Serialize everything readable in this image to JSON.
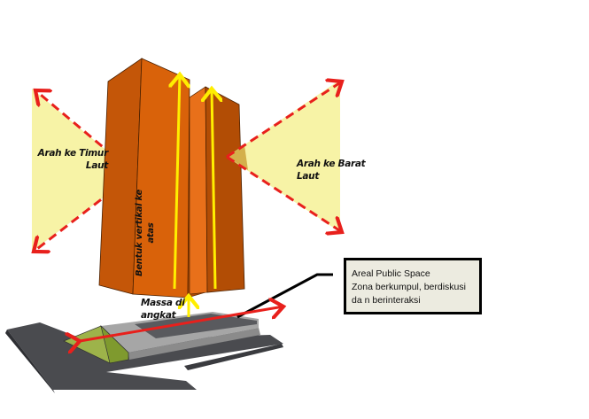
{
  "diagram": {
    "title": "Building massing concept diagram",
    "labels": {
      "view_left": [
        "Arah ke Timur",
        "Laut"
      ],
      "view_right": [
        "Arah ke Barat",
        "Laut"
      ],
      "vertical_form": [
        "Bentuk vertikal ke",
        "atas"
      ],
      "lifted_mass": [
        "Massa di",
        "angkat"
      ]
    },
    "callout": {
      "lines": [
        "Areal Public Space",
        "Zona berkumpul, berdiskusi",
        "da n berinteraksi"
      ]
    },
    "colors": {
      "building_front": "#d9620a",
      "building_side": "#b24d05",
      "building_top": "#e8701a",
      "view_cone": "#f7f3a6",
      "dashed_arrow": "#e8201c",
      "vertical_arrow": "#ffee00",
      "circulation_arrow": "#e8201c",
      "ground_dark": "#4a4b4f",
      "platform_light": "#a6a6a6",
      "green_ramp": "#9db34a",
      "callout_fill": "#ecebe0"
    }
  }
}
